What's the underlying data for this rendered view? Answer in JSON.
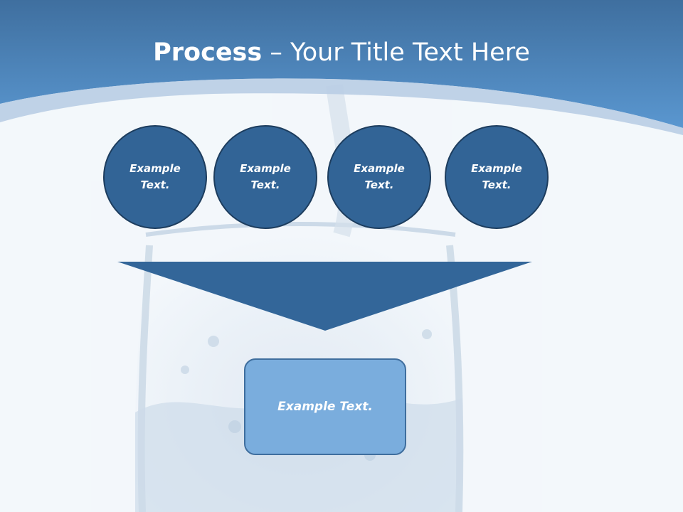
{
  "title": {
    "bold": "Process",
    "rest": " – Your Title Text Here"
  },
  "circles": [
    {
      "label": "Example Text."
    },
    {
      "label": "Example Text."
    },
    {
      "label": "Example Text."
    },
    {
      "label": "Example Text."
    }
  ],
  "result_box": {
    "label": "Example Text."
  },
  "colors": {
    "header_dark": "#3f6f9f",
    "header_light": "#5a97d0",
    "circle_fill": "#326496",
    "circle_border": "#1d3d5e",
    "arrow_fill": "#336699",
    "box_fill": "#7aaddd",
    "box_border": "#3f6e9e",
    "background": "#f3f7fb"
  }
}
